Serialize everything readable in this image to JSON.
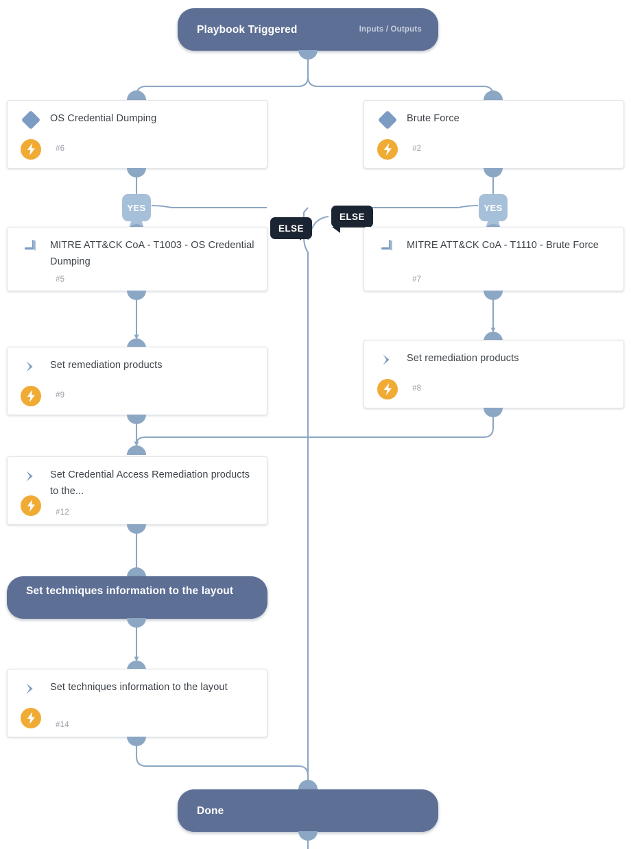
{
  "diagram": {
    "type": "playbook-workflow",
    "background": "#ffffff",
    "accent_blue": "#5d6f95",
    "edge_color": "#8ba7c4",
    "automation_badge_color": "#f0ab34",
    "condition_icon_color": "#7d9cc4",
    "else_badge_color": "#1b2432",
    "yes_badge_color": "#a7c0da"
  },
  "nodes": {
    "start": {
      "label": "Playbook Triggered",
      "sublabel": "Inputs / Outputs",
      "kind": "start-pill"
    },
    "cond_os_credential_dumping": {
      "title": "OS Credential Dumping",
      "tasknum": "#6",
      "kind": "condition",
      "icon": "diamond-icon",
      "automation": "bolt-icon"
    },
    "cond_brute_force": {
      "title": "Brute Force",
      "tasknum": "#2",
      "kind": "condition",
      "icon": "diamond-icon",
      "automation": "bolt-icon"
    },
    "sub_t1003": {
      "title": "MITRE ATT&CK CoA - T1003 - OS Credential Dumping",
      "tasknum": "#5",
      "kind": "sub-playbook",
      "icon": "book-icon"
    },
    "sub_t1110": {
      "title": "MITRE ATT&CK CoA - T1110 - Brute Force",
      "tasknum": "#7",
      "kind": "sub-playbook",
      "icon": "book-icon"
    },
    "set_remediation_left": {
      "title": "Set remediation products",
      "tasknum": "#9",
      "kind": "task",
      "icon": "chevron-right-icon",
      "automation": "bolt-icon"
    },
    "set_remediation_right": {
      "title": "Set remediation products",
      "tasknum": "#8",
      "kind": "task",
      "icon": "chevron-right-icon",
      "automation": "bolt-icon"
    },
    "set_credential_access": {
      "title": "Set Credential Access Remediation products to the...",
      "tasknum": "#12",
      "kind": "task",
      "icon": "chevron-right-icon",
      "automation": "bolt-icon"
    },
    "section_techniques": {
      "label": "Set techniques information to the layout",
      "kind": "section-pill"
    },
    "set_techniques": {
      "title": "Set techniques information to the layout",
      "tasknum": "#14",
      "kind": "task",
      "icon": "chevron-right-icon",
      "automation": "bolt-icon"
    },
    "done": {
      "label": "Done",
      "kind": "end-pill"
    }
  },
  "branch_labels": {
    "yes_left": "YES",
    "yes_right": "YES",
    "else_left": "ELSE",
    "else_right": "ELSE"
  }
}
